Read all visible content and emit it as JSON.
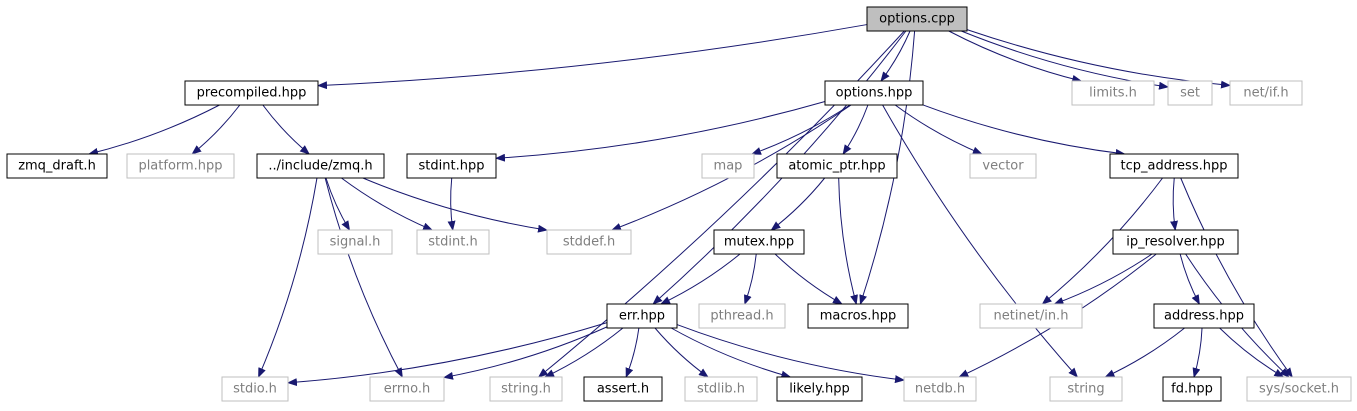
{
  "title": "options.cpp",
  "colors": {
    "edge": "#191970",
    "root_fill": "#bfbfbf",
    "node_border": "#000000",
    "system_border": "#bfbfbf",
    "system_text": "#7f7f7f",
    "text": "#000000"
  },
  "nodes": [
    {
      "id": "options_cpp",
      "label": "options.cpp",
      "kind": "root"
    },
    {
      "id": "precompiled_hpp",
      "label": "precompiled.hpp",
      "kind": "file"
    },
    {
      "id": "options_hpp",
      "label": "options.hpp",
      "kind": "file"
    },
    {
      "id": "limits_h",
      "label": "limits.h",
      "kind": "system"
    },
    {
      "id": "set",
      "label": "set",
      "kind": "system"
    },
    {
      "id": "net_if_h",
      "label": "net/if.h",
      "kind": "system"
    },
    {
      "id": "zmq_draft_h",
      "label": "zmq_draft.h",
      "kind": "file"
    },
    {
      "id": "platform_hpp",
      "label": "platform.hpp",
      "kind": "system"
    },
    {
      "id": "include_zmq_h",
      "label": "../include/zmq.h",
      "kind": "file"
    },
    {
      "id": "stdint_hpp",
      "label": "stdint.hpp",
      "kind": "file"
    },
    {
      "id": "map",
      "label": "map",
      "kind": "system"
    },
    {
      "id": "atomic_ptr_hpp",
      "label": "atomic_ptr.hpp",
      "kind": "file"
    },
    {
      "id": "vector",
      "label": "vector",
      "kind": "system"
    },
    {
      "id": "tcp_address_hpp",
      "label": "tcp_address.hpp",
      "kind": "file"
    },
    {
      "id": "signal_h",
      "label": "signal.h",
      "kind": "system"
    },
    {
      "id": "stdint_h",
      "label": "stdint.h",
      "kind": "system"
    },
    {
      "id": "stddef_h",
      "label": "stddef.h",
      "kind": "system"
    },
    {
      "id": "mutex_hpp",
      "label": "mutex.hpp",
      "kind": "file"
    },
    {
      "id": "ip_resolver_hpp",
      "label": "ip_resolver.hpp",
      "kind": "file"
    },
    {
      "id": "err_hpp",
      "label": "err.hpp",
      "kind": "file"
    },
    {
      "id": "pthread_h",
      "label": "pthread.h",
      "kind": "system"
    },
    {
      "id": "macros_hpp",
      "label": "macros.hpp",
      "kind": "file"
    },
    {
      "id": "netinet_in_h",
      "label": "netinet/in.h",
      "kind": "system"
    },
    {
      "id": "address_hpp",
      "label": "address.hpp",
      "kind": "file"
    },
    {
      "id": "stdio_h",
      "label": "stdio.h",
      "kind": "system"
    },
    {
      "id": "errno_h",
      "label": "errno.h",
      "kind": "system"
    },
    {
      "id": "string_h",
      "label": "string.h",
      "kind": "system"
    },
    {
      "id": "assert_h",
      "label": "assert.h",
      "kind": "file"
    },
    {
      "id": "stdlib_h",
      "label": "stdlib.h",
      "kind": "system"
    },
    {
      "id": "likely_hpp",
      "label": "likely.hpp",
      "kind": "file"
    },
    {
      "id": "netdb_h",
      "label": "netdb.h",
      "kind": "system"
    },
    {
      "id": "string",
      "label": "string",
      "kind": "system"
    },
    {
      "id": "fd_hpp",
      "label": "fd.hpp",
      "kind": "file"
    },
    {
      "id": "sys_socket_h",
      "label": "sys/socket.h",
      "kind": "system"
    }
  ],
  "edges": [
    [
      "options_cpp",
      "precompiled_hpp"
    ],
    [
      "options_cpp",
      "options_hpp"
    ],
    [
      "options_cpp",
      "limits_h"
    ],
    [
      "options_cpp",
      "set"
    ],
    [
      "options_cpp",
      "net_if_h"
    ],
    [
      "options_cpp",
      "err_hpp"
    ],
    [
      "options_cpp",
      "string_h"
    ],
    [
      "options_cpp",
      "macros_hpp"
    ],
    [
      "precompiled_hpp",
      "zmq_draft_h"
    ],
    [
      "precompiled_hpp",
      "platform_hpp"
    ],
    [
      "precompiled_hpp",
      "include_zmq_h"
    ],
    [
      "include_zmq_h",
      "signal_h"
    ],
    [
      "include_zmq_h",
      "stdint_h"
    ],
    [
      "include_zmq_h",
      "stddef_h"
    ],
    [
      "include_zmq_h",
      "stdio_h"
    ],
    [
      "include_zmq_h",
      "errno_h"
    ],
    [
      "options_hpp",
      "stdint_hpp"
    ],
    [
      "options_hpp",
      "stddef_h"
    ],
    [
      "options_hpp",
      "map"
    ],
    [
      "options_hpp",
      "atomic_ptr_hpp"
    ],
    [
      "options_hpp",
      "vector"
    ],
    [
      "options_hpp",
      "tcp_address_hpp"
    ],
    [
      "options_hpp",
      "string"
    ],
    [
      "stdint_hpp",
      "stdint_h"
    ],
    [
      "atomic_ptr_hpp",
      "mutex_hpp"
    ],
    [
      "atomic_ptr_hpp",
      "macros_hpp"
    ],
    [
      "mutex_hpp",
      "err_hpp"
    ],
    [
      "mutex_hpp",
      "pthread_h"
    ],
    [
      "mutex_hpp",
      "macros_hpp"
    ],
    [
      "tcp_address_hpp",
      "ip_resolver_hpp"
    ],
    [
      "tcp_address_hpp",
      "netinet_in_h"
    ],
    [
      "tcp_address_hpp",
      "sys_socket_h"
    ],
    [
      "ip_resolver_hpp",
      "netinet_in_h"
    ],
    [
      "ip_resolver_hpp",
      "address_hpp"
    ],
    [
      "ip_resolver_hpp",
      "netdb_h"
    ],
    [
      "ip_resolver_hpp",
      "sys_socket_h"
    ],
    [
      "address_hpp",
      "string"
    ],
    [
      "address_hpp",
      "fd_hpp"
    ],
    [
      "address_hpp",
      "sys_socket_h"
    ],
    [
      "err_hpp",
      "stdio_h"
    ],
    [
      "err_hpp",
      "errno_h"
    ],
    [
      "err_hpp",
      "string_h"
    ],
    [
      "err_hpp",
      "assert_h"
    ],
    [
      "err_hpp",
      "stdlib_h"
    ],
    [
      "err_hpp",
      "likely_hpp"
    ],
    [
      "err_hpp",
      "netdb_h"
    ]
  ]
}
